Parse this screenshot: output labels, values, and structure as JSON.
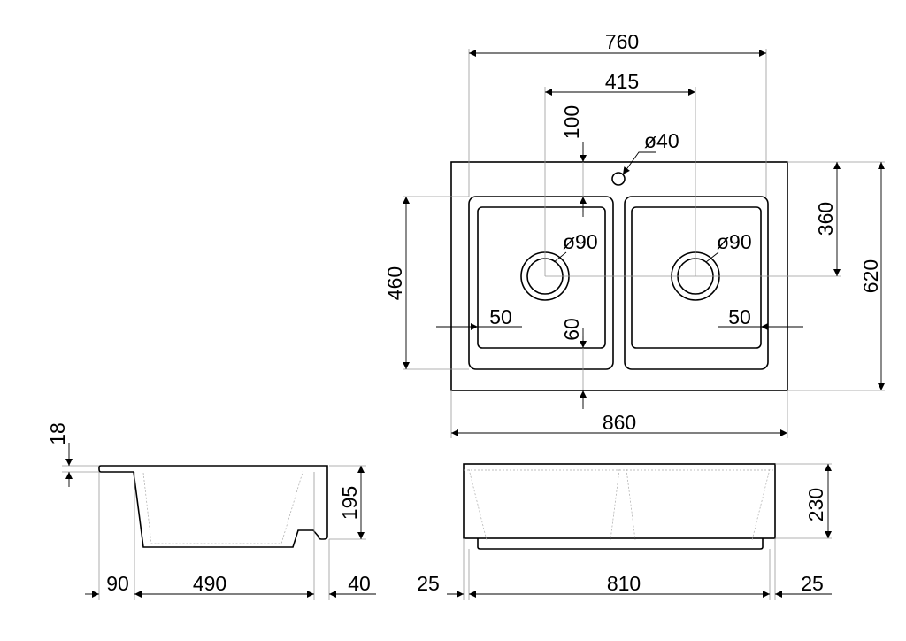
{
  "drawing": {
    "top_view": {
      "overall_width": "760",
      "drain_spacing": "415",
      "rim_to_bowl": "100",
      "tap_hole": "ø40",
      "drain_left": "ø90",
      "drain_right": "ø90",
      "bowl_depth_outer": "460",
      "drain_offset": "360",
      "total_depth": "620",
      "total_width": "860",
      "inner_left": "50",
      "inner_right": "50",
      "bottom_offset": "60"
    },
    "side_view": {
      "rim_thickness": "18",
      "height": "195",
      "left_overhang": "90",
      "bowl_width": "490",
      "right_part": "40"
    },
    "front_view": {
      "height": "230",
      "left_offset": "25",
      "width": "810",
      "right_offset": "25"
    }
  }
}
